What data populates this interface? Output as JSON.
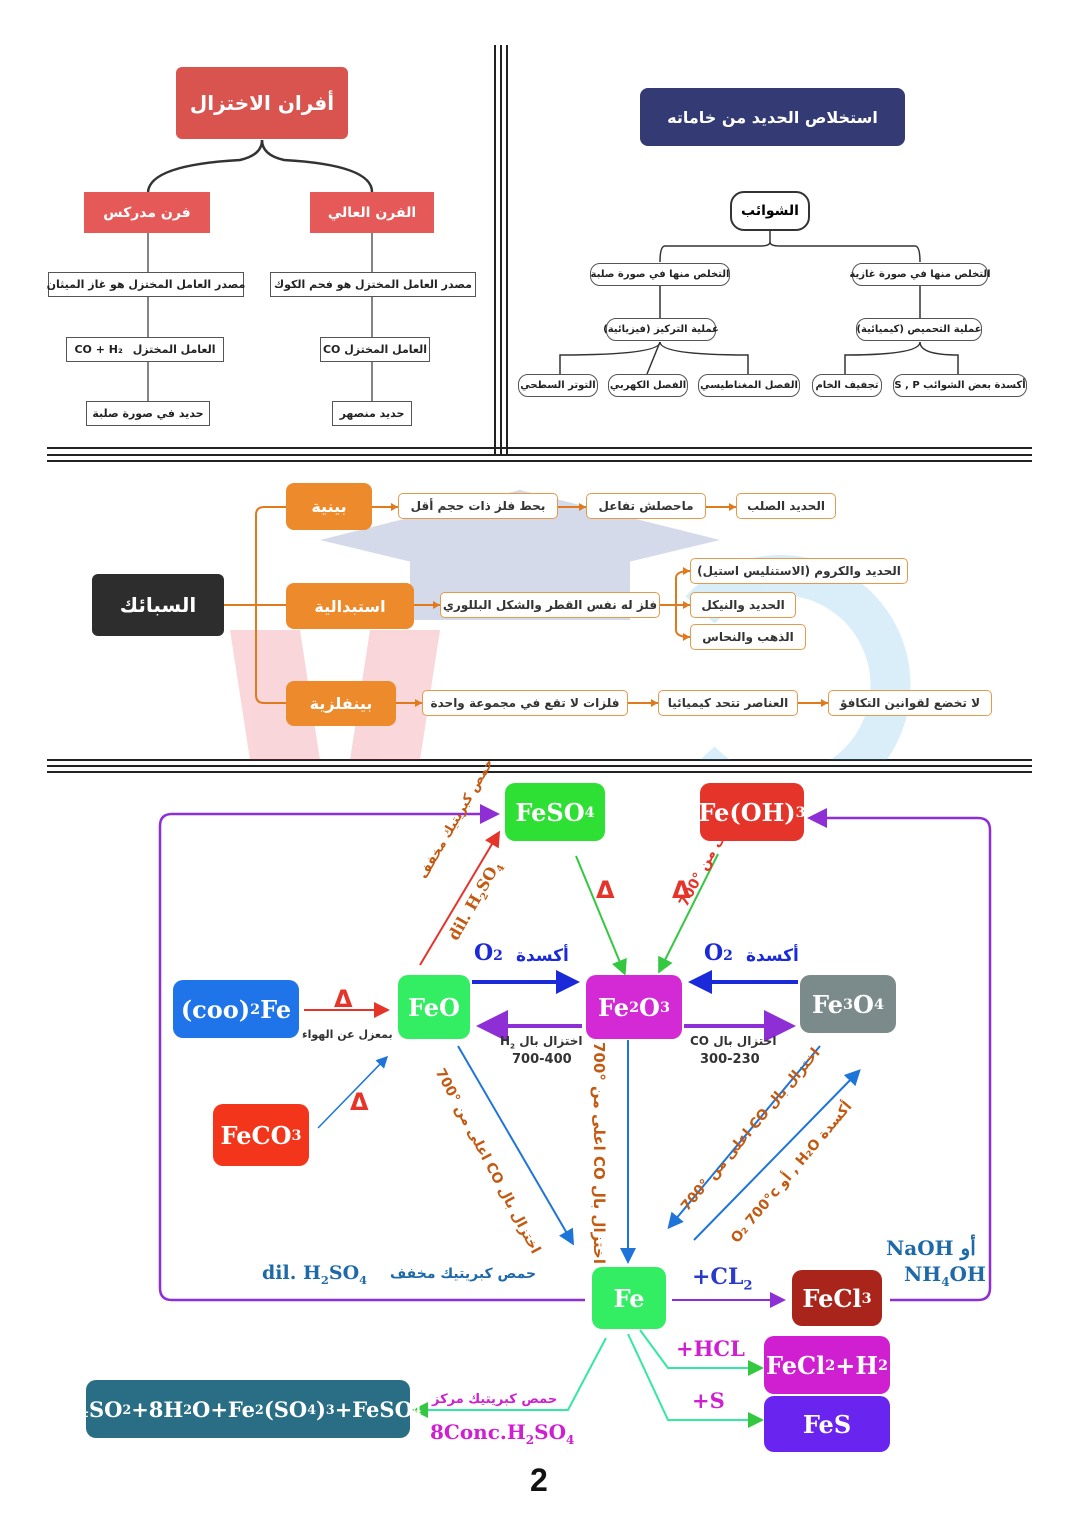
{
  "extraction": {
    "title": "استخلاص الحديد من خاماته",
    "impurities": "الشوائب",
    "gas_branch": "التخلص منها في صورة غازية",
    "solid_branch": "التخلص منها في صورة صلبة",
    "roasting": "عملية التحميص (كيميائية)",
    "concentration": "عملية التركيز (فيزيائية)",
    "oxidation": "أكسدة بعض الشوائب S , P",
    "drying": "تجفيف الخام",
    "magnetic": "الفصل المغناطيسي",
    "electric": "الفصل الكهربي",
    "surface": "التوتر السطحي"
  },
  "furnaces": {
    "title": "أفران الاختزال",
    "blast": "الفرن العالي",
    "midrex": "فرن مدركس",
    "blast_source": "مصدر العامل المختزل هو فحم الكوك",
    "midrex_source": "مصدر العامل المختزل هو غاز الميثان",
    "blast_agent": "العامل المختزل CO",
    "midrex_agent": "العامل المختزل",
    "midrex_agent_formula": "CO + H₂",
    "blast_product": "حديد منصهر",
    "midrex_product": "حديد في صورة صلبة"
  },
  "alloys": {
    "title": "السبائك",
    "interstitial": "بينية",
    "substitutional": "استبدالية",
    "intermetallic": "بينفلزية",
    "inter_1": "بحط فلز ذات حجم أقل",
    "inter_2": "ماحصلش تفاعل",
    "inter_3": "الحديد الصلب",
    "sub_1": "فلز له نفس القطر والشكل البللوري",
    "sub_ex1": "الحديد والكروم (الاستنليس استيل)",
    "sub_ex2": "الحديد والنيكل",
    "sub_ex3": "الذهب والنحاس",
    "im_1": "فلزات لا تقع في مجموعة واحدة",
    "im_2": "العناصر تتحد كيميائيا",
    "im_3": "لا تخضع لقوانين التكافؤ"
  },
  "cycle": {
    "FeSO4": "FeSO",
    "FeOH3": "Fe(OH)",
    "FeO": "FeO",
    "Fe2O3": "Fe",
    "Fe3O4": "Fe",
    "FeCOO": "(coo)",
    "FeCOO_tail": "Fe",
    "FeCO3": "FeCO",
    "Fe": "Fe",
    "FeCl3": "FeCl",
    "FeCl2H2": "FeCl",
    "FeS": "FeS",
    "sulfates": "4SO",
    "delta": "Δ",
    "oxidation_word": "أكسدة",
    "o2": "O",
    "dil_acid": "حمص كبريتيك مخفف",
    "dil_formula": "dil. H",
    "above_700": "اعلى من °700",
    "no_air": "بمعزل عن الهواء",
    "reduce_h2": "اختزال بال H",
    "temp_h2": "700-400",
    "reduce_co": "اختزال بال CO",
    "temp_co": "300-230",
    "reduce_co_700": "اختزال بال CO اعلى من °700",
    "ox_h2o": "أكسدة H₂O , أو O₂ 700°c",
    "cl2": "+CL",
    "hcl": "+HCL",
    "s": "+S",
    "naoh": "NaOH أو",
    "nh4oh": "NH",
    "conc_acid": "حمص كبريتيك مركز",
    "conc_formula": "8Conc.H",
    "page_number": "2"
  },
  "colors": {
    "purple": "#8e2fd6",
    "red": "#e5342a",
    "green": "#33e83f",
    "grey": "#7b8a8a",
    "blue": "#1e74d8",
    "magenta": "#cf1fd0",
    "teal": "#2a6e86",
    "violet": "#6a24f0"
  }
}
